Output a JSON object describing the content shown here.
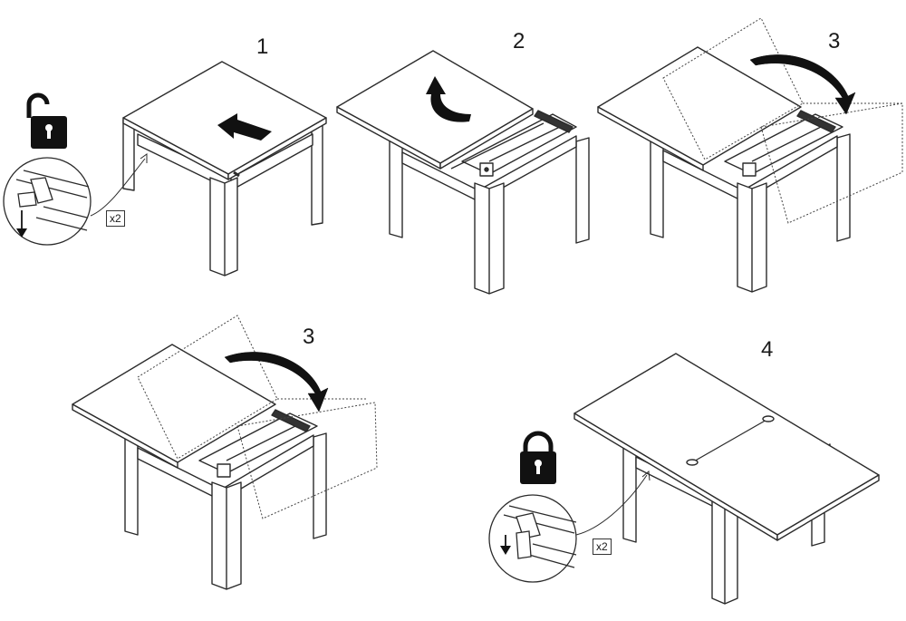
{
  "steps": [
    {
      "number": "1"
    },
    {
      "number": "2"
    },
    {
      "number": "3"
    },
    {
      "number": "3"
    },
    {
      "number": "4"
    }
  ],
  "badges": {
    "unlock_count": "x2",
    "lock_count": "x2"
  },
  "icons": {
    "unlock": "padlock-open-icon",
    "lock": "padlock-closed-icon",
    "push_arrow": "push-arrow-icon",
    "flip_arrow": "curved-arrow-icon"
  },
  "colors": {
    "line": "#2b2b2b",
    "icon": "#111111"
  }
}
